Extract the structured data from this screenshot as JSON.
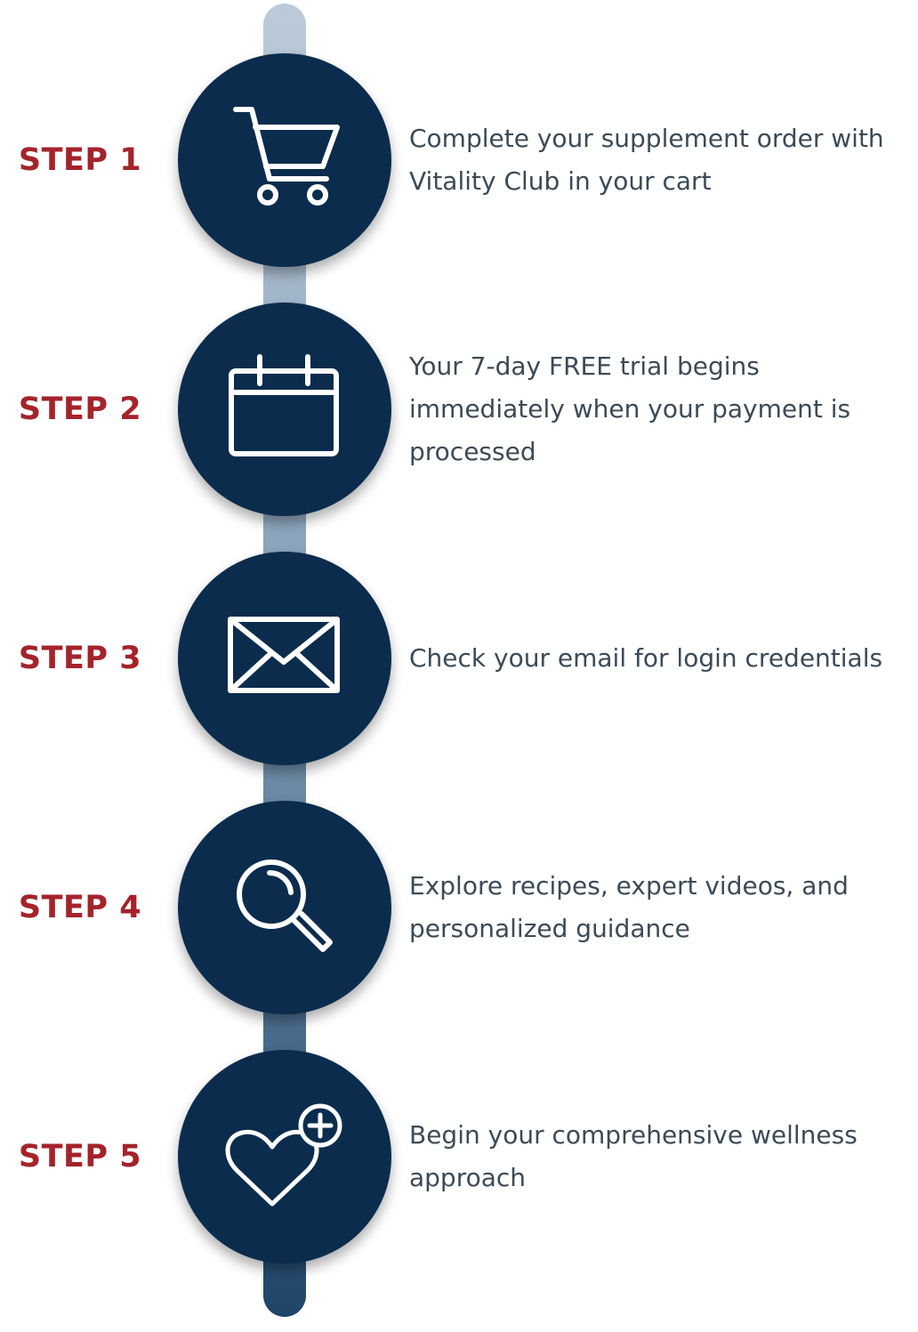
{
  "colors": {
    "step_label": "#a5232b",
    "circle": "#0b2c4d",
    "description": "#3b4a57",
    "track_top": "#bccbd9",
    "track_bottom": "#1f4569"
  },
  "steps": [
    {
      "label": "STEP 1",
      "icon": "shopping-cart-icon",
      "text": "Complete your supplement order with Vitality Club in your cart"
    },
    {
      "label": "STEP 2",
      "icon": "calendar-icon",
      "text": "Your 7-day FREE trial begins immediately when your payment is processed"
    },
    {
      "label": "STEP 3",
      "icon": "envelope-icon",
      "text": "Check your email for login credentials"
    },
    {
      "label": "STEP 4",
      "icon": "magnifier-icon",
      "text": "Explore recipes, expert videos, and personalized guidance"
    },
    {
      "label": "STEP 5",
      "icon": "heart-plus-icon",
      "text": "Begin your comprehensive wellness approach"
    }
  ]
}
